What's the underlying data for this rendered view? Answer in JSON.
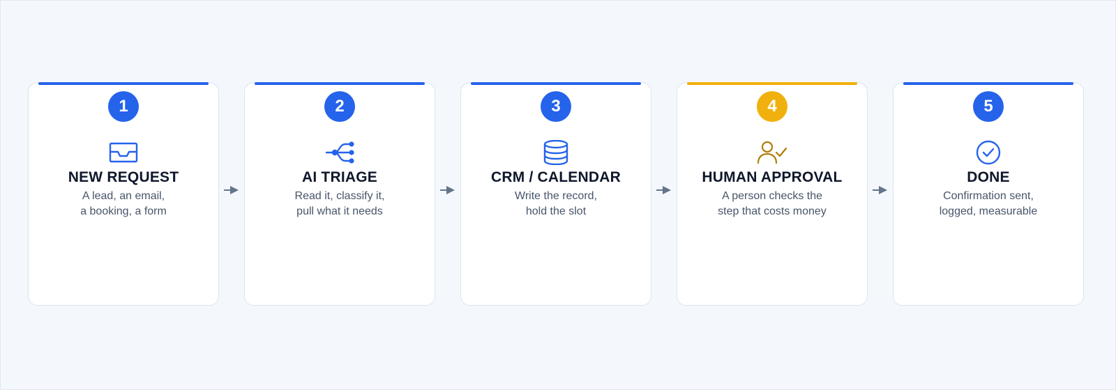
{
  "colors": {
    "blue": "#2563eb",
    "amber": "#f0b10e",
    "amber_icon": "#b07d08",
    "arrow": "#64748b"
  },
  "steps": [
    {
      "number": "1",
      "title": "NEW REQUEST",
      "line1": "A lead, an email,",
      "line2": "a booking, a form",
      "icon": "inbox-tray-icon",
      "color": "#2563eb"
    },
    {
      "number": "2",
      "title": "AI TRIAGE",
      "line1": "Read it, classify it,",
      "line2": "pull what it needs",
      "icon": "branch-split-icon",
      "color": "#2563eb"
    },
    {
      "number": "3",
      "title": "CRM / CALENDAR",
      "line1": "Write the record,",
      "line2": "hold the slot",
      "icon": "database-icon",
      "color": "#2563eb"
    },
    {
      "number": "4",
      "title": "HUMAN APPROVAL",
      "line1": "A person checks the",
      "line2": "step that costs money",
      "icon": "user-check-icon",
      "color": "#f0b10e"
    },
    {
      "number": "5",
      "title": "DONE",
      "line1": "Confirmation sent,",
      "line2": "logged, measurable",
      "icon": "check-circle-icon",
      "color": "#2563eb"
    }
  ]
}
